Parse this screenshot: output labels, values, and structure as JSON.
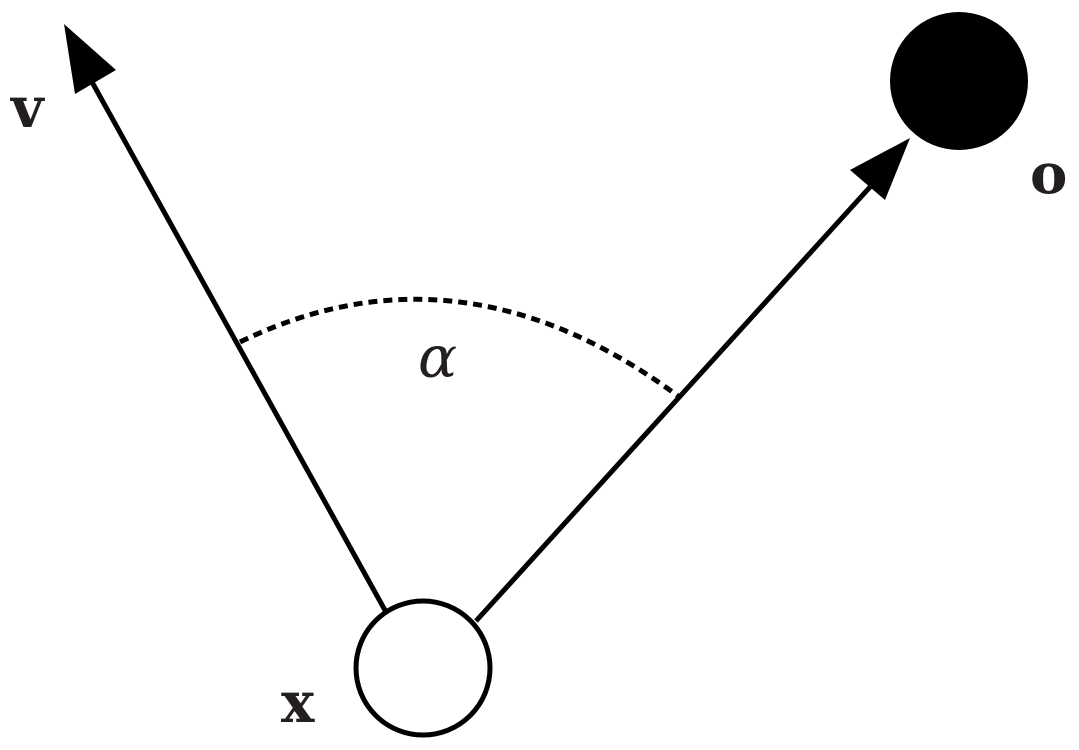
{
  "labels": {
    "v": "v",
    "o": "o",
    "x": "x",
    "alpha": "α"
  },
  "colors": {
    "stroke": "#000000",
    "text": "#231f20",
    "object_fill": "#000000",
    "agent_fill": "#ffffff"
  }
}
